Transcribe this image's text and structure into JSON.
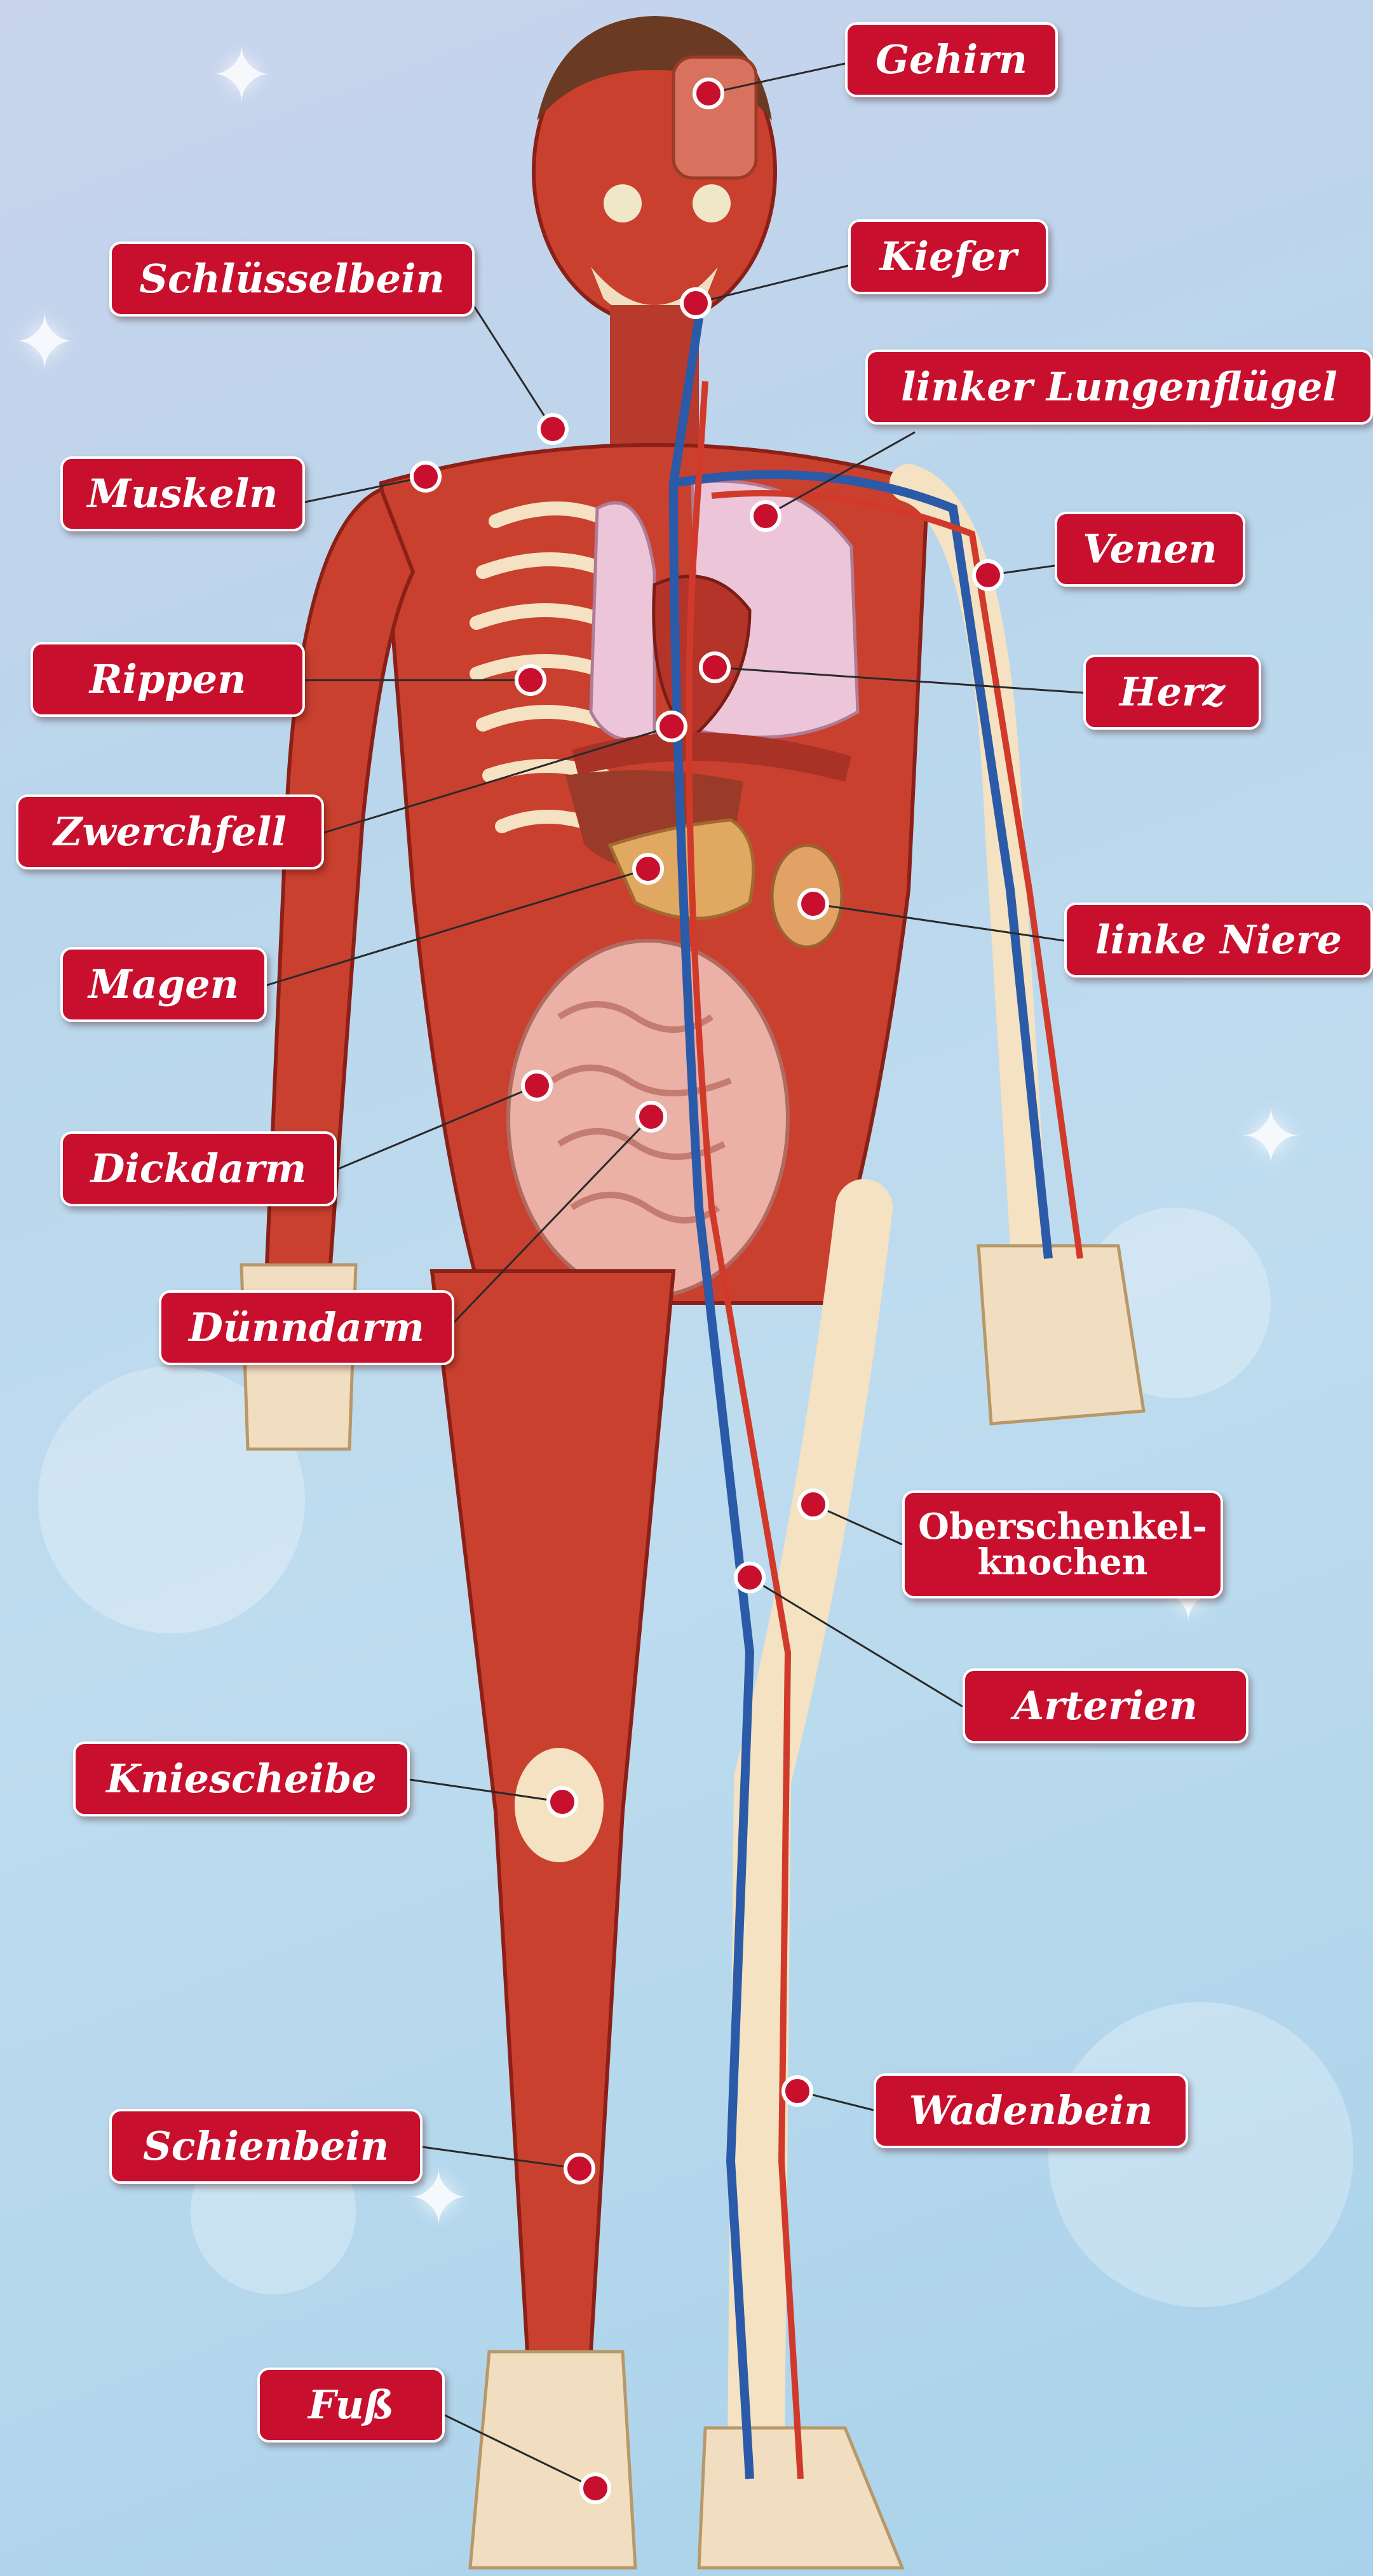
{
  "labels": {
    "gehirn": "Gehirn",
    "kiefer": "Kiefer",
    "schluesselbein": "Schlüsselbein",
    "linker_lungenfluegel": "linker Lungenflügel",
    "muskeln": "Muskeln",
    "venen": "Venen",
    "rippen": "Rippen",
    "herz": "Herz",
    "zwerchfell": "Zwerchfell",
    "magen": "Magen",
    "linke_niere": "linke Niere",
    "dickdarm": "Dickdarm",
    "duenndarm": "Dünndarm",
    "oberschenkelknochen": "Oberschenkel-\nknochen",
    "arterien": "Arterien",
    "kniescheibe": "Kniescheibe",
    "wadenbein": "Wadenbein",
    "schienbein": "Schienbein",
    "fuss": "Fuß"
  },
  "colors": {
    "label_bg": "#c8102e",
    "label_text": "#ffffff",
    "marker": "#c8102e",
    "muscle": "#c9402f",
    "bone": "#f4e2c2",
    "artery": "#d13a2a",
    "vein": "#2b5aa8",
    "background": "#bcd6ee"
  }
}
